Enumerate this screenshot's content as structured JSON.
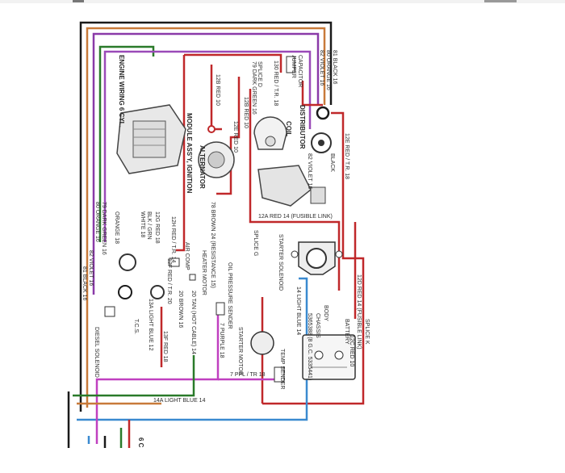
{
  "components": {
    "module": "MODULE ASS'Y, IGNITION",
    "engine_wiring": "ENGINE WIRING 6 CYL.",
    "alternator": "ALTERNATOR",
    "coil": "COIL",
    "distributor": "DISTRIBUTOR",
    "capacitor": "CAPACITOR",
    "jumper": "JUMPER",
    "splice_d": "SPLICE D",
    "splice_g": "SPLICE G",
    "splice_k": "SPLICE K",
    "starter_solenoid": "STARTER SOLENOID",
    "starter_motor": "STARTER MOTOR",
    "temp_sender": "TEMP SENDER",
    "oil_pressure_sender": "OIL PRESSURE SENDER",
    "heater_motor": "HEATER MOTOR",
    "air_comp": "AIR COMP",
    "battery": "BATTERY",
    "body": "BODY",
    "chassis": "CHASSIS",
    "diesel_solenoid": "DIESEL SOLENOID",
    "tcs": "T.C.S."
  },
  "wires": {
    "black16": "81 BLACK 16",
    "orange16": "80 ORANGE 16",
    "violet16": "82 VIOLET 16",
    "dkgreen": "79 DARK GREEN 16",
    "red18": "130 RED / T.R. 18",
    "red10_a": "12B RED 10",
    "red10_b": "12E RED 10",
    "red10_c": "12B RED 10",
    "dist_violet": "82 VIOLET 16",
    "red18_b": "12E RED / T.R. 18",
    "black_b": "BLACK",
    "fusible": "12A RED 14 (FUSIBLE LINK)",
    "fusible2": "12D RED 14 (FUSIBLE LINK)",
    "red10_d": "12C RED 10",
    "tan": "20 TAN (HOT CABLE) 14",
    "brown24": "78 BROWN 24 (RESISTANCE 15)",
    "brown16": "20 BROWN 16",
    "purple": "7 PURPLE 18",
    "ppl": "7 PPL / TR 18",
    "lightblue": "14A LIGHT BLUE 14",
    "lightblue2": "14 LIGHT BLUE 14",
    "red_tr": "12F RED / T.R. 20",
    "red13": "13F RED 18",
    "blue": "13A LIGHT BLUE 12",
    "left_black": "81 BLACK 16",
    "left_violet": "82 VIOLET 16",
    "left_orange": "80 ORANGE 16",
    "left_green": "79 DARK GREEN 16",
    "orange18": "ORANGE 18",
    "white18": "WHITE 18",
    "blk_grn": "BLK / GRN",
    "red_tr18": "12G RED 18",
    "red_tr14": "12H RED / T.R. 14",
    "chassis_ref": "5365388 (8 G.C. 5335441)",
    "six_c": "6 C"
  }
}
